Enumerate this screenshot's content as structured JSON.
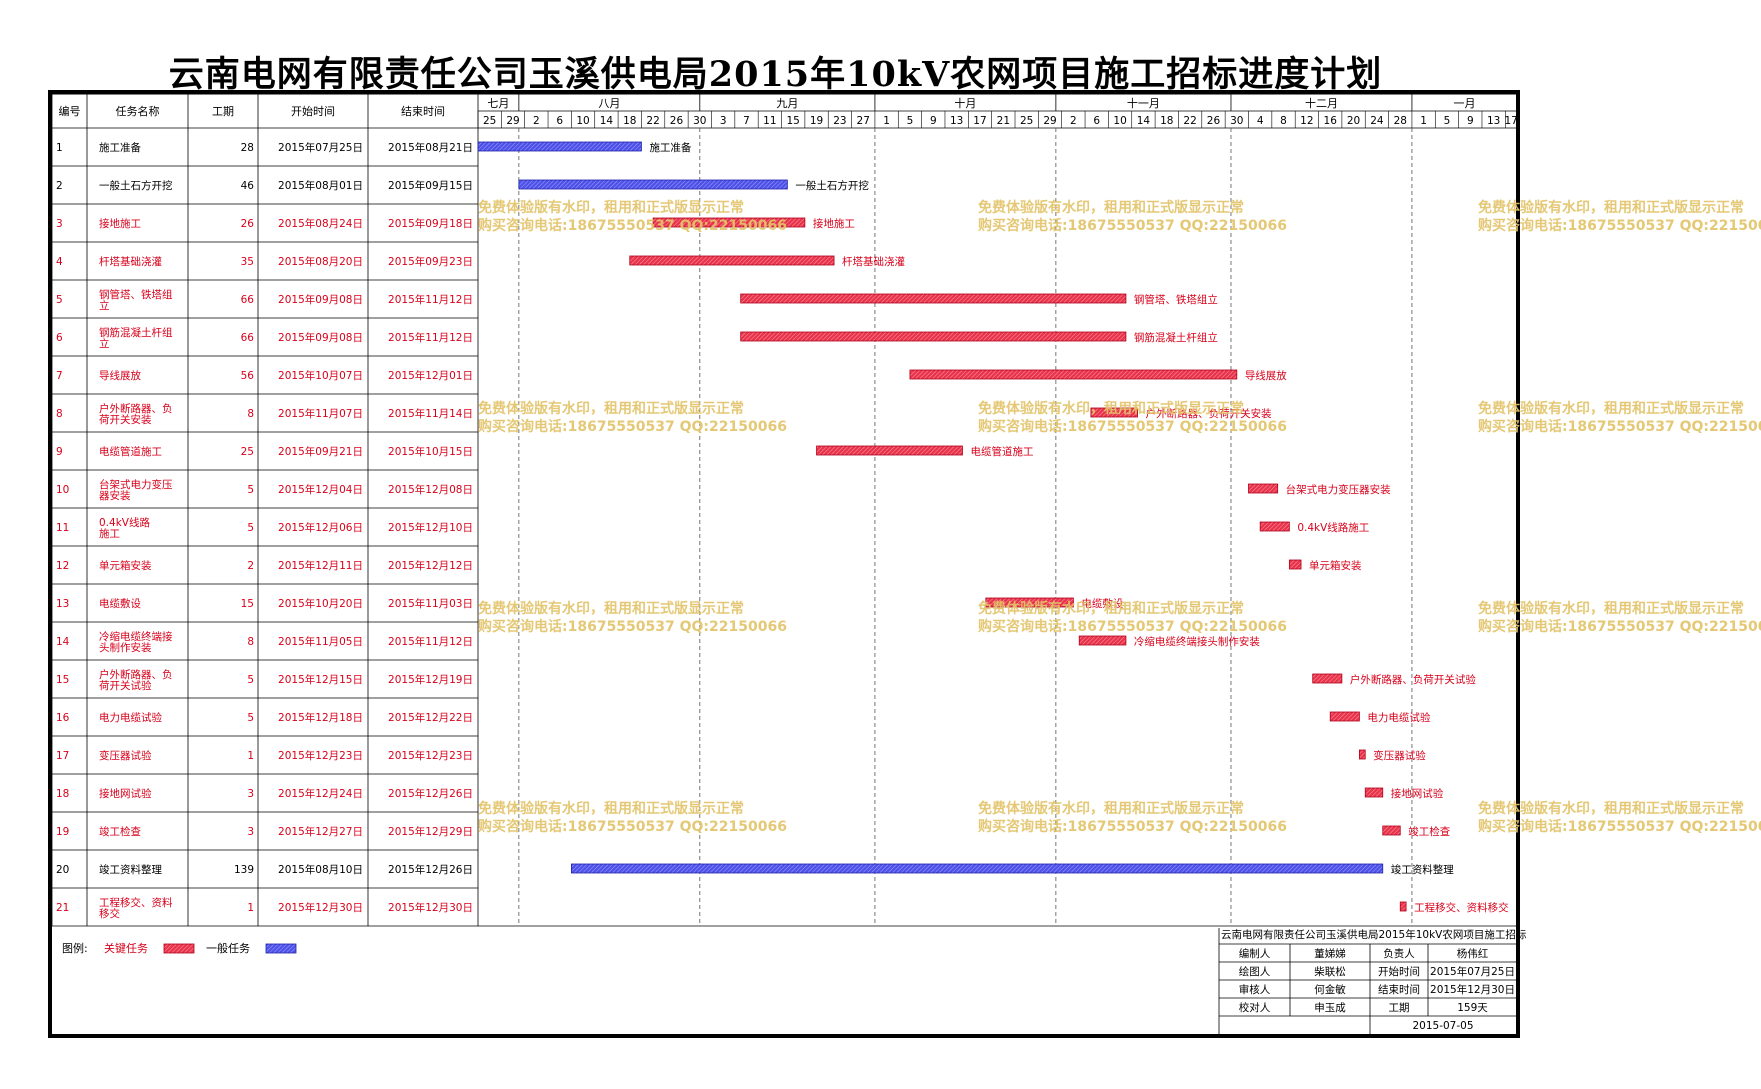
{
  "title": "云南电网有限责任公司玉溪供电局2015年10kV农网项目施工招标进度计划",
  "table_headers": {
    "id": "编号",
    "name": "任务名称",
    "duration": "工期",
    "start": "开始时间",
    "end": "结束时间"
  },
  "timeline": {
    "months": [
      "七月",
      "八月",
      "九月",
      "十月",
      "十一月",
      "十二月",
      "一月"
    ],
    "days": [
      "25",
      "29",
      "2",
      "6",
      "10",
      "14",
      "18",
      "22",
      "26",
      "30",
      "3",
      "7",
      "11",
      "15",
      "19",
      "23",
      "27",
      "1",
      "5",
      "9",
      "13",
      "17",
      "21",
      "25",
      "29",
      "2",
      "6",
      "10",
      "14",
      "18",
      "22",
      "26",
      "30",
      "4",
      "8",
      "12",
      "16",
      "20",
      "24",
      "28",
      "1",
      "5",
      "9",
      "13",
      "17"
    ]
  },
  "legend": {
    "label": "图例:",
    "critical": "关键任务",
    "general": "一般任务"
  },
  "colors": {
    "critical_bar": "#e8344b",
    "general_bar": "#4e51e8",
    "critical_text": "#d8001a",
    "watermark": "#e3c46a"
  },
  "watermark": {
    "line1": "免费体验版有水印，租用和正式版显示正常",
    "line2": "购买咨询电话:18675550537 QQ:22150066"
  },
  "info_box": {
    "project": "云南电网有限责任公司玉溪供电局2015年10kV农网项目施工招标",
    "rows": [
      [
        "编制人",
        "董娣娣",
        "负责人",
        "杨伟红"
      ],
      [
        "绘图人",
        "柴联松",
        "开始时间",
        "2015年07月25日"
      ],
      [
        "审核人",
        "何金敏",
        "结束时间",
        "2015年12月30日"
      ],
      [
        "校对人",
        "申玉成",
        "工期",
        "159天"
      ]
    ],
    "date": "2015-07-05"
  },
  "chart_data": {
    "type": "gantt",
    "title": "云南电网有限责任公司玉溪供电局2015年10kV农网项目施工招标进度计划",
    "x_range": [
      "2015-07-25",
      "2016-01-18"
    ],
    "tasks": [
      {
        "id": "1",
        "name": "施工准备",
        "duration": "28",
        "start": "2015年07月25日",
        "end": "2015年08月21日",
        "s": "2015-07-25",
        "e": "2015-08-21",
        "critical": false
      },
      {
        "id": "2",
        "name": "一般土石方开挖",
        "duration": "46",
        "start": "2015年08月01日",
        "end": "2015年09月15日",
        "s": "2015-08-01",
        "e": "2015-09-15",
        "critical": false
      },
      {
        "id": "3",
        "name": "接地施工",
        "duration": "26",
        "start": "2015年08月24日",
        "end": "2015年09月18日",
        "s": "2015-08-24",
        "e": "2015-09-18",
        "critical": true
      },
      {
        "id": "4",
        "name": "杆塔基础浇灌",
        "duration": "35",
        "start": "2015年08月20日",
        "end": "2015年09月23日",
        "s": "2015-08-20",
        "e": "2015-09-23",
        "critical": true
      },
      {
        "id": "5",
        "name": "钢管塔、铁塔组立",
        "duration": "66",
        "start": "2015年09月08日",
        "end": "2015年11月12日",
        "s": "2015-09-08",
        "e": "2015-11-12",
        "critical": true
      },
      {
        "id": "6",
        "name": "钢筋混凝土杆组立",
        "duration": "66",
        "start": "2015年09月08日",
        "end": "2015年11月12日",
        "s": "2015-09-08",
        "e": "2015-11-12",
        "critical": true
      },
      {
        "id": "7",
        "name": "导线展放",
        "duration": "56",
        "start": "2015年10月07日",
        "end": "2015年12月01日",
        "s": "2015-10-07",
        "e": "2015-12-01",
        "critical": true
      },
      {
        "id": "8",
        "name": "户外断路器、负荷开关安装",
        "duration": "8",
        "start": "2015年11月07日",
        "end": "2015年11月14日",
        "s": "2015-11-07",
        "e": "2015-11-14",
        "critical": true
      },
      {
        "id": "9",
        "name": "电缆管道施工",
        "duration": "25",
        "start": "2015年09月21日",
        "end": "2015年10月15日",
        "s": "2015-09-21",
        "e": "2015-10-15",
        "critical": true
      },
      {
        "id": "10",
        "name": "台架式电力变压器安装",
        "duration": "5",
        "start": "2015年12月04日",
        "end": "2015年12月08日",
        "s": "2015-12-04",
        "e": "2015-12-08",
        "critical": true
      },
      {
        "id": "11",
        "name": "0.4kV线路施工",
        "duration": "5",
        "start": "2015年12月06日",
        "end": "2015年12月10日",
        "s": "2015-12-06",
        "e": "2015-12-10",
        "critical": true
      },
      {
        "id": "12",
        "name": "单元箱安装",
        "duration": "2",
        "start": "2015年12月11日",
        "end": "2015年12月12日",
        "s": "2015-12-11",
        "e": "2015-12-12",
        "critical": true
      },
      {
        "id": "13",
        "name": "电缆敷设",
        "duration": "15",
        "start": "2015年10月20日",
        "end": "2015年11月03日",
        "s": "2015-10-20",
        "e": "2015-11-03",
        "critical": true
      },
      {
        "id": "14",
        "name": "冷缩电缆终端接头制作安装",
        "duration": "8",
        "start": "2015年11月05日",
        "end": "2015年11月12日",
        "s": "2015-11-05",
        "e": "2015-11-12",
        "critical": true
      },
      {
        "id": "15",
        "name": "户外断路器、负荷开关试验",
        "duration": "5",
        "start": "2015年12月15日",
        "end": "2015年12月19日",
        "s": "2015-12-15",
        "e": "2015-12-19",
        "critical": true
      },
      {
        "id": "16",
        "name": "电力电缆试验",
        "duration": "5",
        "start": "2015年12月18日",
        "end": "2015年12月22日",
        "s": "2015-12-18",
        "e": "2015-12-22",
        "critical": true
      },
      {
        "id": "17",
        "name": "变压器试验",
        "duration": "1",
        "start": "2015年12月23日",
        "end": "2015年12月23日",
        "s": "2015-12-23",
        "e": "2015-12-23",
        "critical": true
      },
      {
        "id": "18",
        "name": "接地网试验",
        "duration": "3",
        "start": "2015年12月24日",
        "end": "2015年12月26日",
        "s": "2015-12-24",
        "e": "2015-12-26",
        "critical": true
      },
      {
        "id": "19",
        "name": "竣工检查",
        "duration": "3",
        "start": "2015年12月27日",
        "end": "2015年12月29日",
        "s": "2015-12-27",
        "e": "2015-12-29",
        "critical": true
      },
      {
        "id": "20",
        "name": "竣工资料整理",
        "duration": "139",
        "start": "2015年08月10日",
        "end": "2015年12月26日",
        "s": "2015-08-10",
        "e": "2015-12-26",
        "critical": false
      },
      {
        "id": "21",
        "name": "工程移交、资料移交",
        "duration": "1",
        "start": "2015年12月30日",
        "end": "2015年12月30日",
        "s": "2015-12-30",
        "e": "2015-12-30",
        "critical": true
      }
    ]
  }
}
